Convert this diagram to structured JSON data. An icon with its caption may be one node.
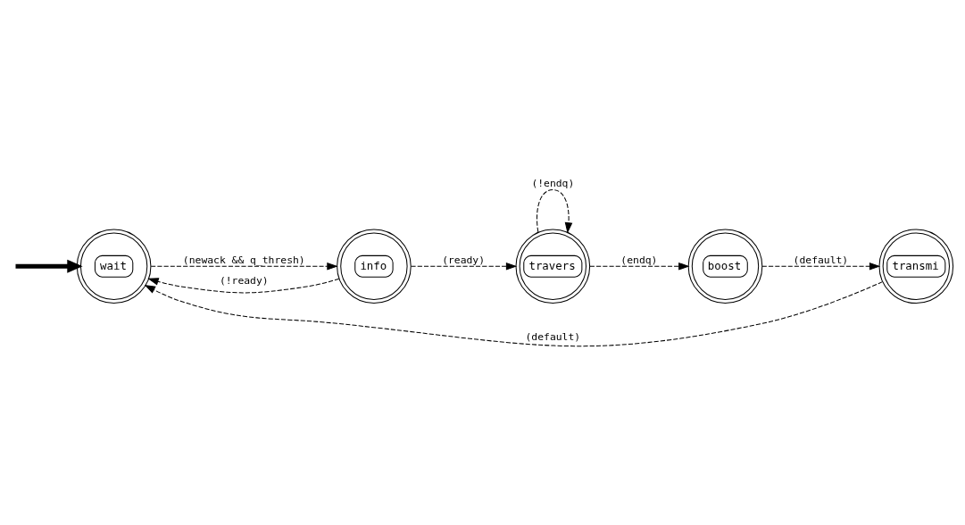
{
  "diagram": {
    "nodes": [
      {
        "text": [
          "wait"
        ]
      },
      {
        "text": [
          "info"
        ]
      },
      {
        "text": [
          "travers"
        ]
      },
      {
        "text": [
          "boost"
        ]
      },
      {
        "text": [
          "transmi"
        ]
      }
    ],
    "edges": [
      {
        "from": null,
        "to": 0,
        "arrow": "to",
        "style": "thick"
      },
      {
        "from": 0,
        "to": 1,
        "arrow": "to",
        "label": "(newack && q_thresh)",
        "style": "dashed"
      },
      {
        "from": 1,
        "to": 2,
        "arrow": "to",
        "label": "(ready)",
        "style": "dashed"
      },
      {
        "from": 2,
        "to": 3,
        "arrow": "to",
        "label": "(endq)",
        "style": "dashed"
      },
      {
        "from": 3,
        "to": 4,
        "arrow": "to",
        "label": "(default)",
        "style": "dashed"
      },
      {
        "from": 1,
        "to": 0,
        "arrow": "to",
        "label": "(!ready)",
        "style": "dashed"
      },
      {
        "from": 2,
        "to": 2,
        "arrow": "to",
        "label": "(!endq)",
        "style": "dashed"
      },
      {
        "from": 4,
        "to": 0,
        "arrow": "to",
        "label": "(default)",
        "style": "dashed"
      }
    ]
  }
}
